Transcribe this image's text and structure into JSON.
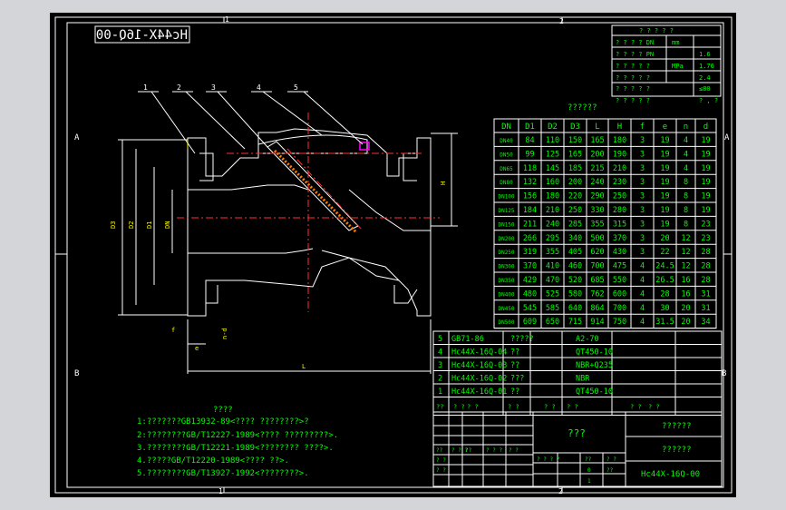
{
  "drawing_no_mirrored": "Hc44X-16Q-00",
  "zone_top": [
    "1",
    "2"
  ],
  "zone_bottom": [
    "1",
    "2"
  ],
  "zone_left": [
    "A",
    "B"
  ],
  "zone_right": [
    "A",
    "B"
  ],
  "balloons": [
    "1",
    "2",
    "3",
    "4",
    "5"
  ],
  "dims": {
    "DN": "DN",
    "D1": "D1",
    "D2": "D2",
    "D3": "D3",
    "H": "H",
    "L": "L",
    "f": "f",
    "e": "e",
    "nd": "n-d"
  },
  "spec": {
    "header": "? ? ? ? ?",
    "unit": "mm",
    "pressure_unit": "MPa",
    "rows": [
      {
        "label": "? ? ? ? DN",
        "value": ""
      },
      {
        "label": "? ? ? ? PN",
        "value": "1.6"
      },
      {
        "label": "? ? ? ? ?",
        "value": "1.76"
      },
      {
        "label": "? ? ? ? ?",
        "value": "2.4"
      },
      {
        "label": "? ? ? ? ?",
        "value": "≤80"
      },
      {
        "label": "? ? ? ? ?",
        "value": "? , ?"
      }
    ]
  },
  "dim_table_title": "??????",
  "dim_table": {
    "headers": [
      "DN",
      "D1",
      "D2",
      "D3",
      "L",
      "H",
      "f",
      "e",
      "n",
      "d"
    ],
    "rows": [
      [
        "DN40",
        "84",
        "110",
        "150",
        "165",
        "180",
        "3",
        "19",
        "4",
        "19"
      ],
      [
        "DN50",
        "99",
        "125",
        "165",
        "200",
        "190",
        "3",
        "19",
        "4",
        "19"
      ],
      [
        "DN65",
        "118",
        "145",
        "185",
        "215",
        "210",
        "3",
        "19",
        "4",
        "19"
      ],
      [
        "DN80",
        "132",
        "160",
        "200",
        "240",
        "230",
        "3",
        "19",
        "8",
        "19"
      ],
      [
        "DN100",
        "156",
        "180",
        "220",
        "290",
        "250",
        "3",
        "19",
        "8",
        "19"
      ],
      [
        "DN125",
        "184",
        "210",
        "250",
        "330",
        "280",
        "3",
        "19",
        "8",
        "19"
      ],
      [
        "DN150",
        "211",
        "240",
        "285",
        "355",
        "315",
        "3",
        "19",
        "8",
        "23"
      ],
      [
        "DN200",
        "266",
        "295",
        "340",
        "500",
        "370",
        "3",
        "20",
        "12",
        "23"
      ],
      [
        "DN250",
        "319",
        "355",
        "405",
        "620",
        "430",
        "3",
        "22",
        "12",
        "28"
      ],
      [
        "DN300",
        "370",
        "410",
        "460",
        "700",
        "475",
        "4",
        "24.5",
        "12",
        "28"
      ],
      [
        "DN350",
        "429",
        "470",
        "520",
        "685",
        "550",
        "4",
        "26.5",
        "16",
        "28"
      ],
      [
        "DN400",
        "480",
        "525",
        "580",
        "762",
        "600",
        "4",
        "28",
        "16",
        "31"
      ],
      [
        "DN450",
        "545",
        "585",
        "640",
        "864",
        "700",
        "4",
        "30",
        "20",
        "31"
      ],
      [
        "DN500",
        "609",
        "650",
        "715",
        "914",
        "750",
        "4",
        "31.5",
        "20",
        "34"
      ]
    ]
  },
  "bom": [
    {
      "no": "5",
      "code": "GB71-86",
      "name": "?????",
      "material": "A2-70"
    },
    {
      "no": "4",
      "code": "Hc44X-16Q-04",
      "name": "??",
      "material": "QT450-10"
    },
    {
      "no": "3",
      "code": "Hc44X-16Q-03",
      "name": "??",
      "material": "NBR+Q235"
    },
    {
      "no": "2",
      "code": "Hc44X-16Q-02",
      "name": "???",
      "material": "NBR"
    },
    {
      "no": "1",
      "code": "Hc44X-16Q-01",
      "name": "??",
      "material": "QT450-10"
    }
  ],
  "bom_header": [
    "??",
    "? ?",
    "? ?",
    "? ?",
    "? ?",
    "? ?",
    "? ?",
    "? ?"
  ],
  "notes_title": "????",
  "notes": [
    "1:???????GB13932-89<???? ????????>?",
    "2:????????GB/T12227-1989<???? ?????????>.",
    "3.????????GB/T12221-1989<???????? ????>.",
    "4.?????GB/T12220-1989<???? ??>.",
    "5.????????GB/T13927-1992<????????>."
  ],
  "title_block": {
    "center": "???",
    "right_top": "??????",
    "right_mid": "??????",
    "drawing_no": "Hc44X-16Q-00",
    "small_labels": [
      "? ? ? ?",
      "??",
      "? ?",
      "??",
      "? ? ?",
      "??",
      "? ? ?",
      "? ?",
      "? ?",
      "? ?"
    ],
    "small_values": [
      "0",
      "??",
      "1"
    ]
  }
}
